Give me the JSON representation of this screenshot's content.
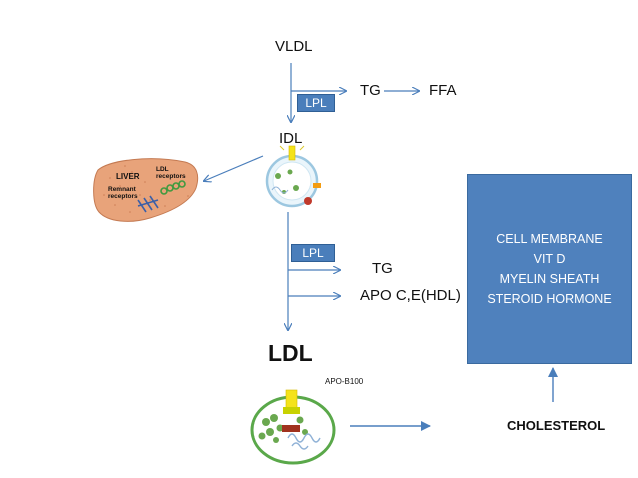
{
  "labels": {
    "vldl": "VLDL",
    "tg_top": "TG",
    "ffa": "FFA",
    "lpl_top": "LPL",
    "idl": "IDL",
    "lpl_mid": "LPL",
    "tg_mid": "TG",
    "apo_ce": "APO C,E(HDL)",
    "ldl": "LDL",
    "apo_b100": "APO-B100",
    "cholesterol": "CHOLESTEROL"
  },
  "liver": {
    "title": "LIVER",
    "ldl_receptors": "LDL receptors",
    "remnant_receptors": "Remnant receptors"
  },
  "functions_box": {
    "items": [
      "CELL MEMBRANE",
      "VIT D",
      "MYELIN SHEATH",
      "STEROID HORMONE"
    ]
  },
  "colors": {
    "arrow": "#4a7ebb",
    "box": "#4f81bd",
    "liver": "#e8a37a",
    "ldl_ring": "#5aa84a",
    "apoprotein": "#f4e31a"
  }
}
